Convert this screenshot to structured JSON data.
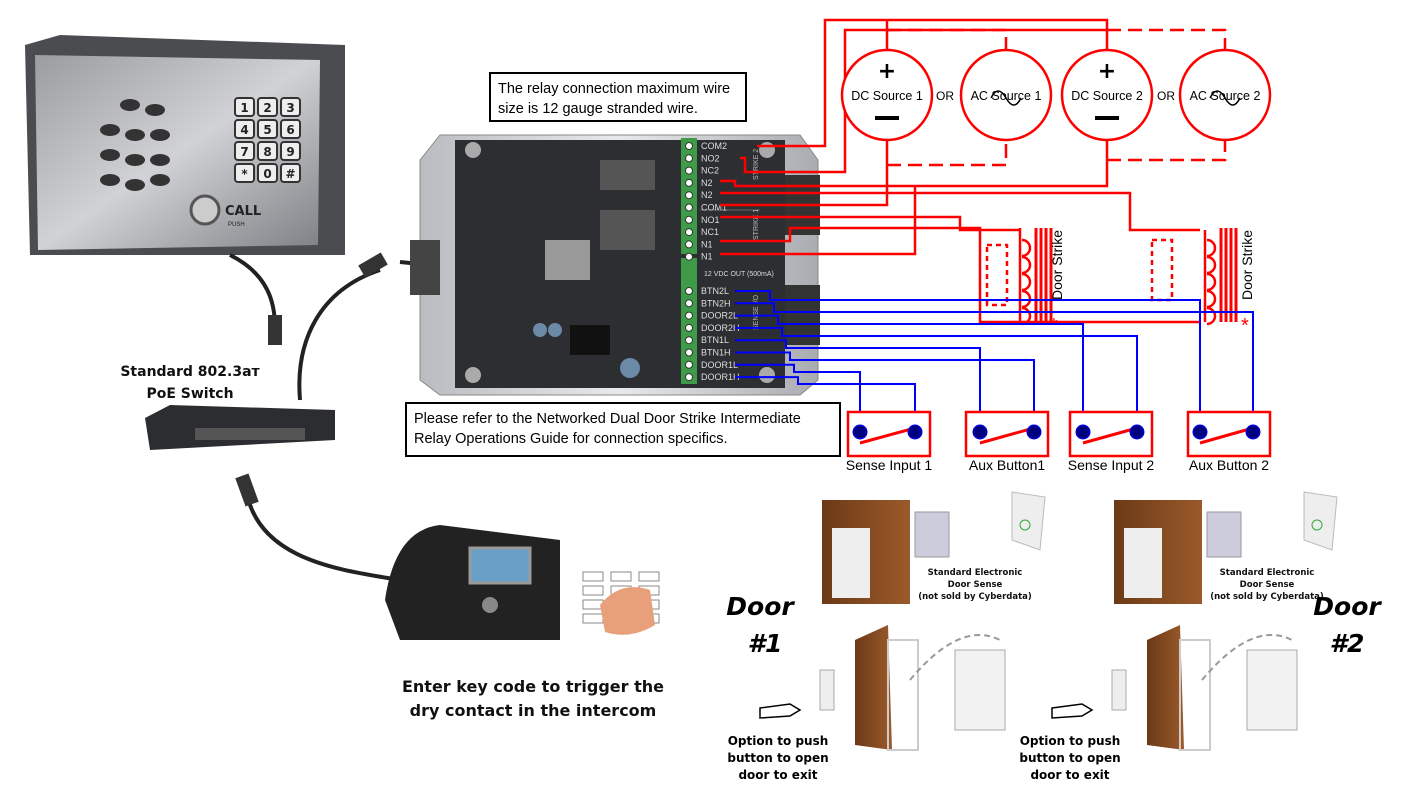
{
  "notes": {
    "wire_size": [
      "The relay connection maximum wire",
      "size is 12 gauge stranded wire."
    ],
    "guide": [
      "Please refer to the Networked Dual Door Strike Intermediate",
      "Relay Operations Guide for connection specifics."
    ]
  },
  "intercom": {
    "call_label": "CALL",
    "push_label": "PUSH",
    "keys": [
      "1",
      "2",
      "3",
      "4",
      "5",
      "6",
      "7",
      "8",
      "9",
      "*",
      "0",
      "#"
    ]
  },
  "switch": {
    "label": [
      "Standard 802.3aт",
      "PoE Switch"
    ]
  },
  "phone": {
    "caption": [
      "Enter key code to trigger the",
      "dry contact in the intercom"
    ]
  },
  "relay": {
    "strike_terminals": [
      "COM2",
      "NO2",
      "NC2",
      "N2",
      "N2",
      "COM1",
      "NO1",
      "NC1",
      "N1",
      "N1"
    ],
    "strike2_label": "STRIKE 2",
    "strike1_label": "STRIKE 1",
    "power_label": "12 VDC OUT (500mA)",
    "sense_terminals": [
      "BTN2L",
      "BTN2H",
      "DOOR2L",
      "DOOR2H",
      "BTN1L",
      "BTN1H",
      "DOOR1L",
      "DOOR1H"
    ],
    "sense_label": "SENSE I/O"
  },
  "sources": [
    {
      "label": "DC Source 1",
      "sign_plus": "+",
      "sign_minus": "—"
    },
    {
      "label": "AC Source 1",
      "symbol": "~"
    },
    {
      "label": "DC Source 2",
      "sign_plus": "+",
      "sign_minus": "—"
    },
    {
      "label": "AC Source 2",
      "symbol": "~"
    }
  ],
  "or_label": "OR",
  "door_strike_label": "Door Strike",
  "switches": [
    "Sense Input 1",
    "Aux Button1",
    "Sense Input 2",
    "Aux Button 2"
  ],
  "door_sense": [
    "Standard Electronic",
    "Door Sense",
    "(not sold by Cyberdata)"
  ],
  "doors": [
    {
      "label": [
        "Door",
        "#1"
      ]
    },
    {
      "label": [
        "Door",
        "#2"
      ]
    }
  ],
  "exit_option": [
    "Option to push",
    "button to open",
    "door to exit"
  ],
  "colors": {
    "power_wire": "#ff0000",
    "signal_wire": "#0000ff",
    "contact_node": "#000080"
  }
}
